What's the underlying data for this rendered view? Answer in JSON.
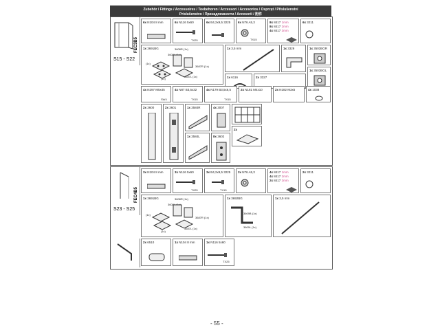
{
  "header": {
    "line1": "Zubehör / Fittings / Accessoires / Toebehoren / Accessori / Accesorios / Osprzęt / Příslušenství",
    "line2": "Príslušenstvo / Принадлежности / Accesorii / 附件"
  },
  "section1": {
    "side_label": "FEC3B5",
    "range": "S15 - S22",
    "cells": [
      {
        "q": "6x",
        "code": "N104 8 mm"
      },
      {
        "q": "6x",
        "code": "N116 5x60",
        "sub": "TX25"
      },
      {
        "q": "6x",
        "code": "B4,2x9,5 3225"
      },
      {
        "q": "6x",
        "code": "N76 A5,3",
        "sub": "TX15"
      },
      {
        "q": "8x",
        "code": "8417",
        "extra": "1mm",
        "q2": "8x",
        "code2": "8417",
        "extra2": "2mm",
        "q3": "4x",
        "code3": "8417",
        "extra3": "3mm"
      },
      {
        "q": "6x",
        "code": "3211"
      },
      {
        "q": "1x",
        "code": "3691BG",
        "subs": [
          "3608R (1x)",
          "3608L (1x)",
          "3687R (1x)",
          "3687L (1x)",
          "(1x)",
          "(1x)"
        ]
      },
      {
        "q": "1x",
        "code": "3,5 mm"
      },
      {
        "q": "1x",
        "code": "3329"
      },
      {
        "q": "1x",
        "code": "3503BGR"
      },
      {
        "q": "1x",
        "code": "6116"
      },
      {
        "q": "2x",
        "code": "3327"
      },
      {
        "q": "1x",
        "code": "3503BGL"
      },
      {
        "q": "4x",
        "code": "N297 M5x45",
        "sub": "SW4"
      },
      {
        "q": "4x",
        "code": "N87 B3,5x32",
        "sub": "TX15"
      },
      {
        "q": "4x",
        "code": "N179 B3,5x6,5",
        "sub": "TX15"
      },
      {
        "q": "2x",
        "code": "N181 M4x10"
      },
      {
        "q": "2x",
        "code": "N182 M3x5"
      },
      {
        "q": "4x",
        "code": "1038"
      },
      {
        "q": "2x",
        "code": "3600"
      },
      {
        "q": "2x",
        "code": "3601"
      },
      {
        "q": "1x",
        "code": "3584R"
      },
      {
        "q": "4x",
        "code": "3007"
      },
      {
        "q": "1x",
        "code": "3584L"
      },
      {
        "q": "8x",
        "code": "3602"
      },
      {
        "q": "2x",
        "code": ""
      }
    ]
  },
  "section2": {
    "side_label": "FEC4B5",
    "range": "S23 - S25",
    "cells": [
      {
        "q": "3x",
        "code": "N104 8 mm"
      },
      {
        "q": "3x",
        "code": "N116 5x60",
        "sub": "TX25"
      },
      {
        "q": "3x",
        "code": "B4,2x9,5 3225",
        "sub": "TX15"
      },
      {
        "q": "3x",
        "code": "N76 A5,3"
      },
      {
        "q": "4x",
        "code": "8417",
        "extra": "1mm",
        "q2": "4x",
        "code2": "8417",
        "extra2": "2mm",
        "q3": "2x",
        "code3": "8417",
        "extra3": "3mm"
      },
      {
        "q": "2x",
        "code": "3211"
      },
      {
        "q": "1x",
        "code": "3691BG",
        "subs": [
          "3608R (1x)",
          "3608L (1x)",
          "3687R (1x)",
          "3687L (1x)",
          "(1x)",
          "(1x)"
        ]
      },
      {
        "q": "1x",
        "code": "3692BG",
        "subs": [
          "3609B (1x)",
          "3609L (1x)"
        ]
      },
      {
        "q": "1x",
        "code": "3,5 mm"
      },
      {
        "q": "2x",
        "code": "6510"
      },
      {
        "q": "1x",
        "code": "N104 8 mm"
      },
      {
        "q": "1x",
        "code": "N116 5x60",
        "sub": "TX25"
      }
    ]
  },
  "footer": {
    "page": "- 55 -"
  }
}
